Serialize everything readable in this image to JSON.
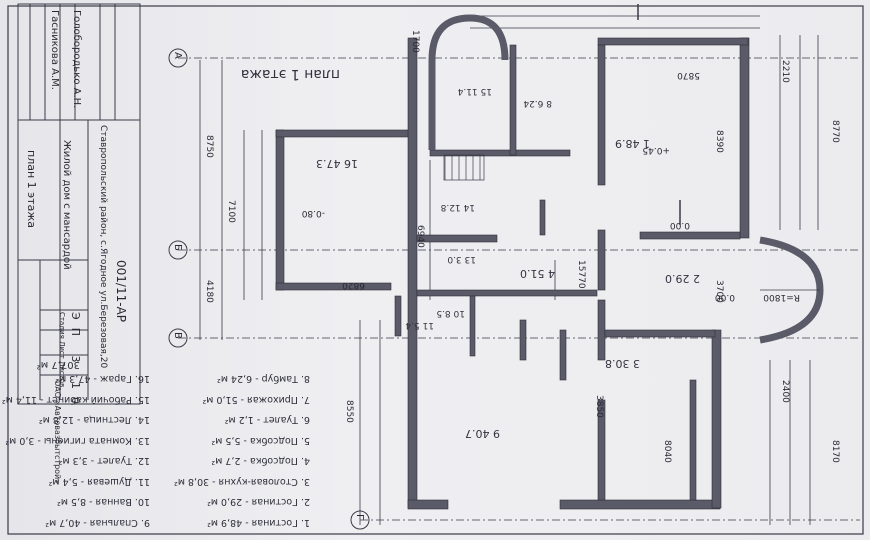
{
  "title_block": {
    "row_names": [
      "Гасникова А.М.",
      "Голобородько А.Н."
    ],
    "org": "Ставропольский район, с.Ягодное ул.Березовая,20",
    "object": "Жилой дом с мансардой",
    "sheet_title": "план 1 этажа",
    "code": "001/11-АР",
    "stage_header": [
      "Стадия",
      "Лист",
      "Листов"
    ],
    "stage_values": [
      "ЭП",
      "3",
      "10"
    ],
    "company": "ОАО «Автовазбытстрой»"
  },
  "plan": {
    "heading": "план 1 этажа",
    "axes": [
      "А",
      "Б",
      "В",
      "Г"
    ],
    "room_tags": [
      {
        "num": "16",
        "area": "47.3"
      },
      {
        "num": "1",
        "area": "48.9"
      },
      {
        "num": "2",
        "area": "29.0"
      },
      {
        "num": "3",
        "area": "30.8"
      },
      {
        "num": "4",
        "area": "51.0"
      },
      {
        "num": "9",
        "area": "40.7"
      },
      {
        "num": "10",
        "area": "8.5"
      },
      {
        "num": "11",
        "area": "5.4"
      },
      {
        "num": "14",
        "area": "12.8"
      },
      {
        "num": "15",
        "area": "11.4"
      },
      {
        "num": "8",
        "area": "6.24"
      },
      {
        "num": "13",
        "area": "3.0"
      }
    ],
    "levels": [
      "-0.80",
      "+0.45",
      "0.00",
      "0.00"
    ],
    "dims": [
      "8750",
      "7100",
      "4180",
      "6820",
      "6940",
      "5870",
      "8390",
      "8770",
      "8170",
      "8550",
      "15770",
      "8040",
      "3700",
      "3850",
      "R=1800",
      "2210",
      "2400",
      "1700"
    ]
  },
  "legend": {
    "col1": [
      "1. Гостиная     -   48,9 м²",
      "2. Гостиная     -   29,0 м²",
      "3. Столовая-кухня - 30,8 м²",
      "4. Подсобка     -   2,7 м²",
      "5. Подсобка     -   5,5 м²",
      "6. Туалет       -   1,2 м²",
      "7. Прихожая     -   51,0 м²",
      "8. Тамбур       -   6,24 м²"
    ],
    "col2": [
      "9. Спальная      -   40,7 м²",
      "10. Ванная       -   8,5 м²",
      "11. Душевая      -   5,4 м²",
      "12. Туалет       -   3,3 м²",
      "13. Комната гигиены - 3,0 м²",
      "14. Лестница     -   12,8 м²",
      "15. Рабочий кабинет - 11,4 м²",
      "16. Гараж        -   47,3 м²"
    ],
    "total": "307,7 м²"
  }
}
